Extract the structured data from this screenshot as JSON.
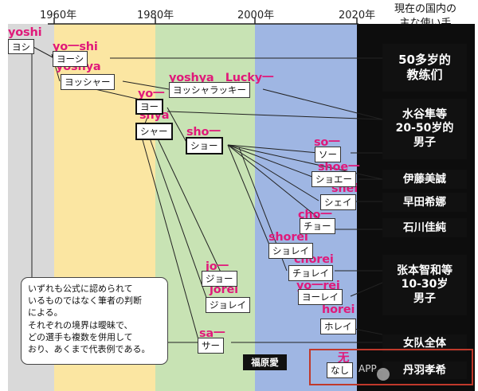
{
  "timeline": {
    "years": [
      "1960年",
      "1980年",
      "2000年",
      "2020年"
    ]
  },
  "header": {
    "line1": "現在の国内の",
    "line2": "主な使い手"
  },
  "colors": {
    "band_1950s": "#d9d9d9",
    "band_1960s": "#fbe6a2",
    "band_1980s": "#c8e3b4",
    "band_2000s": "#9fb6e3",
    "band_2020s": "#0d0d0d",
    "romaji": "#e0197a",
    "highlight_frame": "#c0392b"
  },
  "nodes": [
    {
      "id": "yoshi",
      "romaji": "yoshi",
      "kana": "ヨシ"
    },
    {
      "id": "yooshi",
      "romaji": "yo一shi",
      "kana": "ヨーシ"
    },
    {
      "id": "yoshya",
      "romaji": "yoshya",
      "kana": "ヨッシャー"
    },
    {
      "id": "yoshyalucky",
      "romaji": "yoshya　Lucky一",
      "kana": "ヨッシャラッキー"
    },
    {
      "id": "yoo",
      "romaji": "yo一",
      "kana": "ヨー"
    },
    {
      "id": "shya",
      "romaji": "shya",
      "kana": "シャー"
    },
    {
      "id": "sho",
      "romaji": "sho一",
      "kana": "ショー"
    },
    {
      "id": "so",
      "romaji": "so一",
      "kana": "ソー"
    },
    {
      "id": "shoe",
      "romaji": "shoe一",
      "kana": "ショエー"
    },
    {
      "id": "shei",
      "romaji": "shei",
      "kana": "シェイ"
    },
    {
      "id": "cho",
      "romaji": "cho一",
      "kana": "チョー"
    },
    {
      "id": "shorei",
      "romaji": "shorei",
      "kana": "ショレイ"
    },
    {
      "id": "chorei",
      "romaji": "chorei",
      "kana": "チョレイ"
    },
    {
      "id": "yoorei",
      "romaji": "yo一rei",
      "kana": "ヨーレイ"
    },
    {
      "id": "horei",
      "romaji": "horei",
      "kana": "ホレイ"
    },
    {
      "id": "jo",
      "romaji": "jo一",
      "kana": "ジョー"
    },
    {
      "id": "jorei",
      "romaji": "jorei",
      "kana": "ジョレイ"
    },
    {
      "id": "sa",
      "romaji": "sa一",
      "kana": "サー"
    },
    {
      "id": "nashi",
      "romaji": "无",
      "kana": "なし"
    }
  ],
  "users": [
    {
      "id": "u1",
      "label": "50多岁的\n教练们"
    },
    {
      "id": "u2",
      "label": "水谷隼等\n20-50岁的\n男子"
    },
    {
      "id": "u3",
      "label": "伊藤美誠"
    },
    {
      "id": "u4",
      "label": "早田希娜"
    },
    {
      "id": "u5",
      "label": "石川佳純"
    },
    {
      "id": "u6",
      "label": "张本智和等\n10-30岁\n男子"
    },
    {
      "id": "u7",
      "label": "女队全体"
    },
    {
      "id": "u8",
      "label": "丹羽孝希"
    }
  ],
  "note": {
    "text": "いずれも公式に認められて\nいるものではなく筆者の判断\nによる。\nそれぞれの境界は曖昧で、\nどの選手も複数を併用して\nおり、あくまで代表例である。"
  },
  "person_label": "福原愛",
  "watermark": "APP"
}
